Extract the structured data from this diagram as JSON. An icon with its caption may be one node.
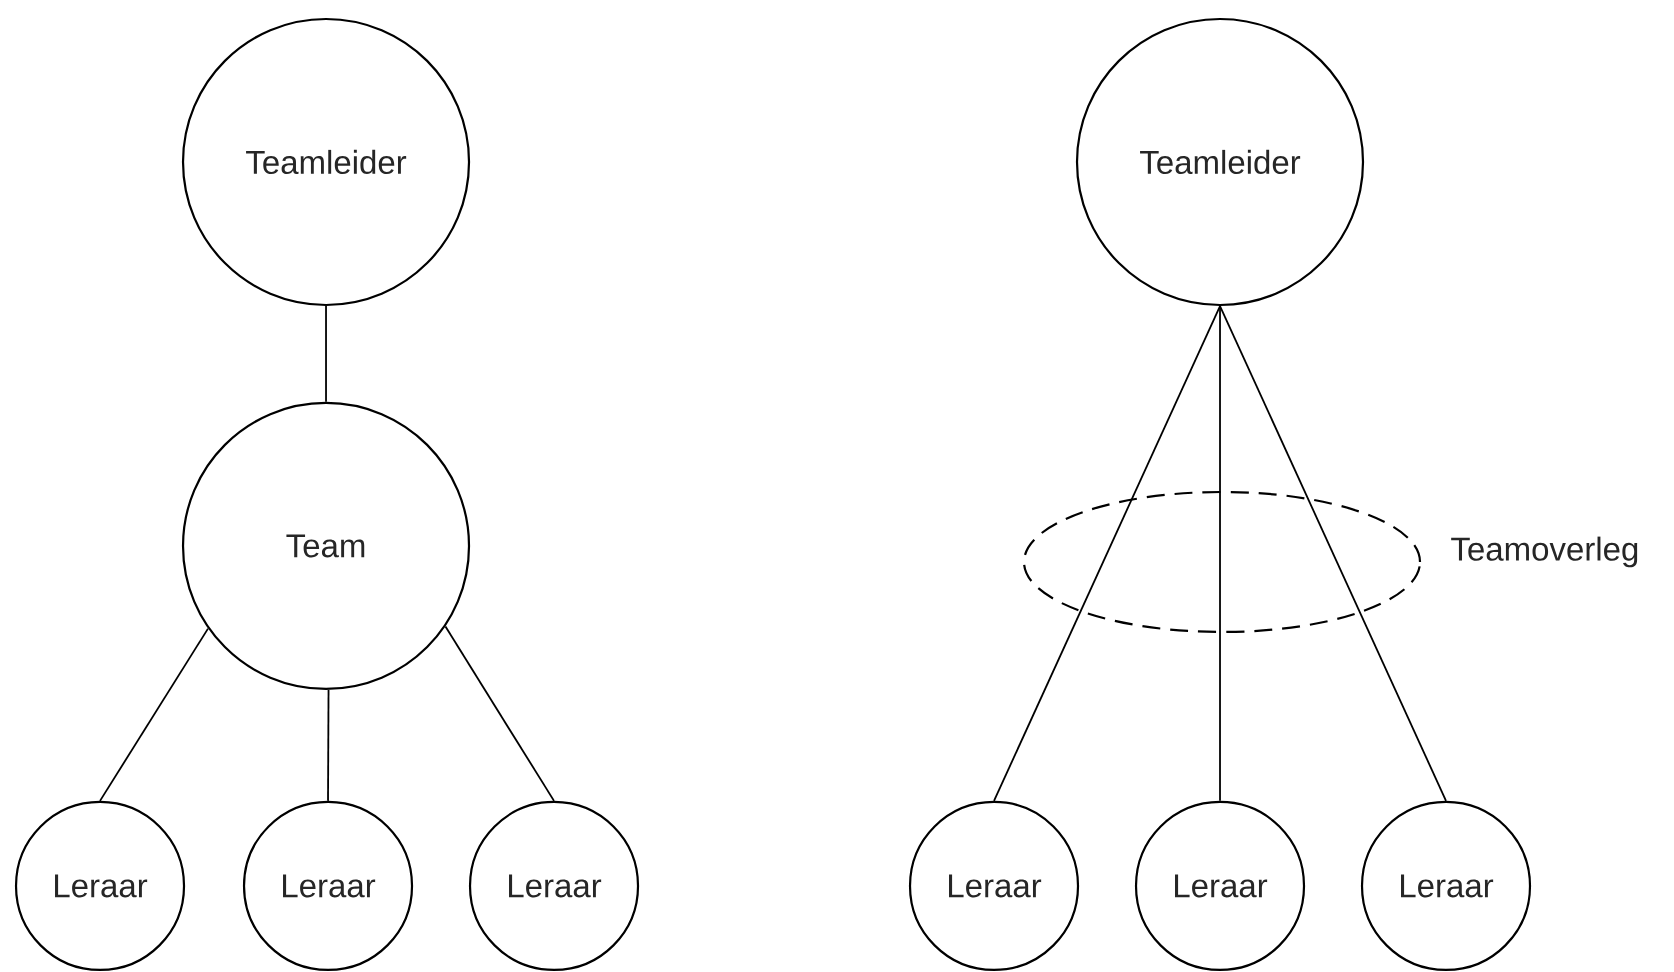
{
  "diagram": {
    "nodes": [
      {
        "text": [
          "Teamleider"
        ]
      },
      {
        "text": [
          "Team"
        ]
      },
      {
        "text": [
          "Leraar"
        ]
      },
      {
        "text": [
          "Leraar"
        ]
      },
      {
        "text": [
          "Leraar"
        ]
      },
      {
        "text": [
          "Teamleider"
        ]
      },
      {
        "text": [
          "Leraar"
        ]
      },
      {
        "text": [
          "Leraar"
        ]
      },
      {
        "text": [
          "Leraar"
        ]
      }
    ],
    "edges": [
      {
        "from": 0,
        "to": 1,
        "arrow": "none"
      },
      {
        "from": 1,
        "to": 2,
        "arrow": "none"
      },
      {
        "from": 1,
        "to": 3,
        "arrow": "none"
      },
      {
        "from": 1,
        "to": 4,
        "arrow": "none"
      },
      {
        "from": 5,
        "to": 6,
        "arrow": "none"
      },
      {
        "from": 5,
        "to": 7,
        "arrow": "none"
      },
      {
        "from": 5,
        "to": 8,
        "arrow": "none"
      }
    ],
    "labels": [
      "Teamoverleg"
    ]
  }
}
